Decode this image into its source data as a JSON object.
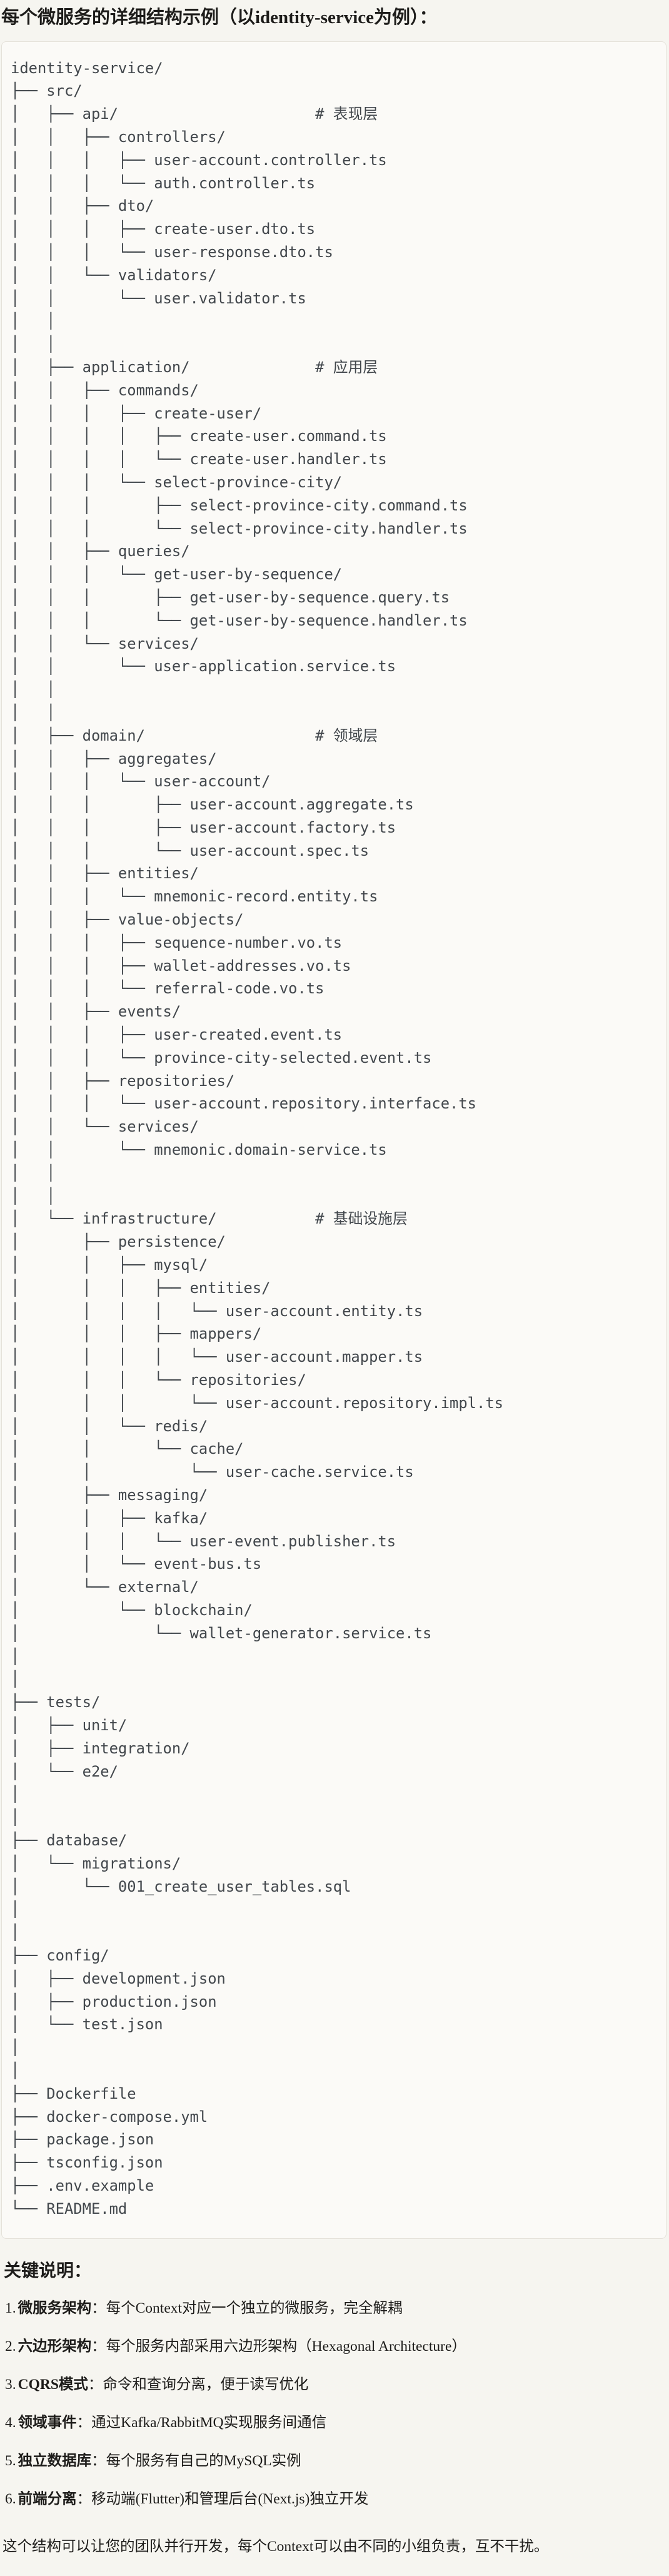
{
  "title": "每个微服务的详细结构示例（以identity-service为例）：",
  "colors": {
    "page_bg": "#f6f5f0",
    "code_block_bg": "#fbfaf7",
    "code_block_border": "#e5e2da",
    "tree_text": "#42474c",
    "body_text": "#1d1c1a"
  },
  "tree": {
    "lines": [
      "identity-service/",
      "├── src/",
      "│   ├── api/                      # 表现层",
      "│   │   ├── controllers/",
      "│   │   │   ├── user-account.controller.ts",
      "│   │   │   └── auth.controller.ts",
      "│   │   ├── dto/",
      "│   │   │   ├── create-user.dto.ts",
      "│   │   │   └── user-response.dto.ts",
      "│   │   └── validators/",
      "│   │       └── user.validator.ts",
      "│   │",
      "│   │",
      "│   ├── application/              # 应用层",
      "│   │   ├── commands/",
      "│   │   │   ├── create-user/",
      "│   │   │   │   ├── create-user.command.ts",
      "│   │   │   │   └── create-user.handler.ts",
      "│   │   │   └── select-province-city/",
      "│   │   │       ├── select-province-city.command.ts",
      "│   │   │       └── select-province-city.handler.ts",
      "│   │   ├── queries/",
      "│   │   │   └── get-user-by-sequence/",
      "│   │   │       ├── get-user-by-sequence.query.ts",
      "│   │   │       └── get-user-by-sequence.handler.ts",
      "│   │   └── services/",
      "│   │       └── user-application.service.ts",
      "│   │",
      "│   │",
      "│   ├── domain/                   # 领域层",
      "│   │   ├── aggregates/",
      "│   │   │   └── user-account/",
      "│   │   │       ├── user-account.aggregate.ts",
      "│   │   │       ├── user-account.factory.ts",
      "│   │   │       └── user-account.spec.ts",
      "│   │   ├── entities/",
      "│   │   │   └── mnemonic-record.entity.ts",
      "│   │   ├── value-objects/",
      "│   │   │   ├── sequence-number.vo.ts",
      "│   │   │   ├── wallet-addresses.vo.ts",
      "│   │   │   └── referral-code.vo.ts",
      "│   │   ├── events/",
      "│   │   │   ├── user-created.event.ts",
      "│   │   │   └── province-city-selected.event.ts",
      "│   │   ├── repositories/",
      "│   │   │   └── user-account.repository.interface.ts",
      "│   │   └── services/",
      "│   │       └── mnemonic.domain-service.ts",
      "│   │",
      "│   │",
      "│   └── infrastructure/           # 基础设施层",
      "│       ├── persistence/",
      "│       │   ├── mysql/",
      "│       │   │   ├── entities/",
      "│       │   │   │   └── user-account.entity.ts",
      "│       │   │   ├── mappers/",
      "│       │   │   │   └── user-account.mapper.ts",
      "│       │   │   └── repositories/",
      "│       │   │       └── user-account.repository.impl.ts",
      "│       │   └── redis/",
      "│       │       └── cache/",
      "│       │           └── user-cache.service.ts",
      "│       ├── messaging/",
      "│       │   ├── kafka/",
      "│       │   │   └── user-event.publisher.ts",
      "│       │   └── event-bus.ts",
      "│       └── external/",
      "│           └── blockchain/",
      "│               └── wallet-generator.service.ts",
      "│",
      "│",
      "├── tests/",
      "│   ├── unit/",
      "│   ├── integration/",
      "│   └── e2e/",
      "│",
      "│",
      "├── database/",
      "│   └── migrations/",
      "│       └── 001_create_user_tables.sql",
      "│",
      "│",
      "├── config/",
      "│   ├── development.json",
      "│   ├── production.json",
      "│   └── test.json",
      "│",
      "│",
      "├── Dockerfile",
      "├── docker-compose.yml",
      "├── package.json",
      "├── tsconfig.json",
      "├── .env.example",
      "└── README.md"
    ]
  },
  "notes": {
    "heading": "关键说明：",
    "items": [
      {
        "num": "1.",
        "term": "微服务架构",
        "desc": "：每个Context对应一个独立的微服务，完全解耦"
      },
      {
        "num": "2.",
        "term": "六边形架构",
        "desc": "：每个服务内部采用六边形架构（Hexagonal Architecture）"
      },
      {
        "num": "3.",
        "term": "CQRS模式",
        "desc": "：命令和查询分离，便于读写优化"
      },
      {
        "num": "4.",
        "term": "领域事件",
        "desc": "：通过Kafka/RabbitMQ实现服务间通信"
      },
      {
        "num": "5.",
        "term": "独立数据库",
        "desc": "：每个服务有自己的MySQL实例"
      },
      {
        "num": "6.",
        "term": "前端分离",
        "desc": "：移动端(Flutter)和管理后台(Next.js)独立开发"
      }
    ]
  },
  "closing": "这个结构可以让您的团队并行开发，每个Context可以由不同的小组负责，互不干扰。"
}
